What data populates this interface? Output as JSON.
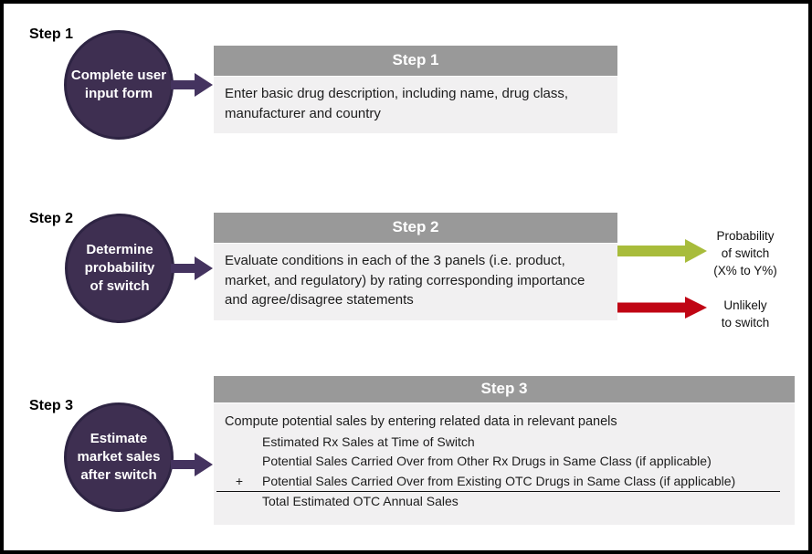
{
  "colors": {
    "circle_fill": "#3e2f51",
    "circle_border": "#2e2443",
    "purple_arrow": "#44335f",
    "header_gray": "#999999",
    "body_gray": "#f1f0f1",
    "green_arrow": "#a8bc3b",
    "red_arrow": "#c00514"
  },
  "steps": [
    {
      "label": "Step 1",
      "circle_text": "Complete user\ninput form",
      "box_title": "Step 1",
      "box_body": "Enter basic drug description, including name, drug class, manufacturer and country"
    },
    {
      "label": "Step 2",
      "circle_text": "Determine\nprobability\nof switch",
      "box_title": "Step 2",
      "box_body": "Evaluate conditions in each of the 3 panels (i.e. product, market, and regulatory) by rating corresponding importance and agree/disagree statements",
      "outcomes": [
        {
          "arrow_color": "#a8bc3b",
          "text": "Probability\nof switch\n(X% to Y%)"
        },
        {
          "arrow_color": "#c00514",
          "text": "Unlikely\nto switch"
        }
      ]
    },
    {
      "label": "Step 3",
      "circle_text": "Estimate\nmarket sales\nafter switch",
      "box_title": "Step 3",
      "box_intro": "Compute potential sales by entering related data in relevant panels",
      "sum_rows": [
        {
          "prefix": "",
          "text": "Estimated Rx Sales at Time of Switch"
        },
        {
          "prefix": "",
          "text": "Potential Sales Carried Over from Other Rx Drugs in Same Class (if applicable)"
        },
        {
          "prefix": "+",
          "text": "Potential Sales Carried Over from Existing OTC Drugs in Same Class (if applicable)"
        },
        {
          "prefix": "",
          "text": "Total Estimated OTC Annual Sales"
        }
      ]
    }
  ]
}
